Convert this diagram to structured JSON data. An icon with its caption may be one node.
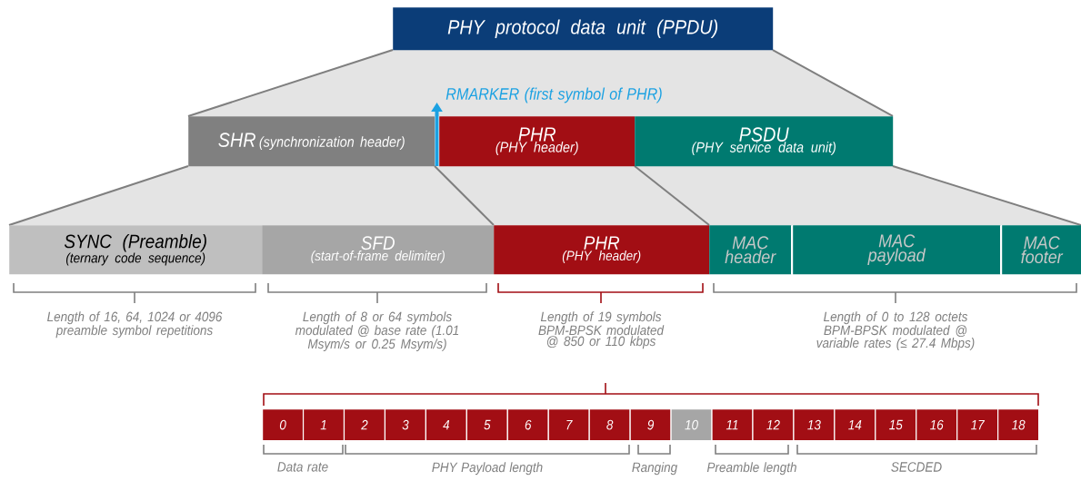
{
  "diagram": {
    "nodes": [
      {
        "text": [
          "PHY protocol data unit (PPDU)"
        ]
      },
      {
        "text": [
          "SHR",
          "(synchronization header)"
        ]
      },
      {
        "text": [
          "PHR",
          "(PHY header)"
        ]
      },
      {
        "text": [
          "PSDU",
          "(PHY service data unit)"
        ]
      },
      {
        "text": [
          "SYNC (Preamble)",
          "(ternary code sequence)"
        ]
      },
      {
        "text": [
          "SFD",
          "(start-of-frame delimiter)"
        ]
      },
      {
        "text": [
          "PHR",
          "(PHY header)"
        ]
      },
      {
        "text": [
          "MAC header"
        ]
      },
      {
        "text": [
          "MAC payload"
        ]
      },
      {
        "text": [
          "MAC footer"
        ]
      },
      {
        "text": [
          "0"
        ]
      },
      {
        "text": [
          "1"
        ]
      },
      {
        "text": [
          "2"
        ]
      },
      {
        "text": [
          "3"
        ]
      },
      {
        "text": [
          "4"
        ]
      },
      {
        "text": [
          "5"
        ]
      },
      {
        "text": [
          "6"
        ]
      },
      {
        "text": [
          "7"
        ]
      },
      {
        "text": [
          "8"
        ]
      },
      {
        "text": [
          "9"
        ]
      },
      {
        "text": [
          "10"
        ]
      },
      {
        "text": [
          "11"
        ]
      },
      {
        "text": [
          "12"
        ]
      },
      {
        "text": [
          "13"
        ]
      },
      {
        "text": [
          "14"
        ]
      },
      {
        "text": [
          "15"
        ]
      },
      {
        "text": [
          "16"
        ]
      },
      {
        "text": [
          "17"
        ]
      },
      {
        "text": [
          "18"
        ]
      }
    ],
    "labels": [
      "RMARKER (first symbol of PHR)",
      "Length of 16, 64, 1024 or 4096 preamble symbol repetitions",
      "Length of 8 or 64 symbols modulated @ base rate (1.01 Msym/s or 0.25 Msym/s)",
      "Length of 19 symbols BPM-BPSK modulated @ 850 or 110 kbps",
      "Length of 0 to 128 octets BPM-BPSK modulated @ variable rates (≤ 27.4 Mbps)",
      "Data rate",
      "PHY Payload length",
      "Ranging",
      "Preamble length",
      "SECDED"
    ]
  }
}
